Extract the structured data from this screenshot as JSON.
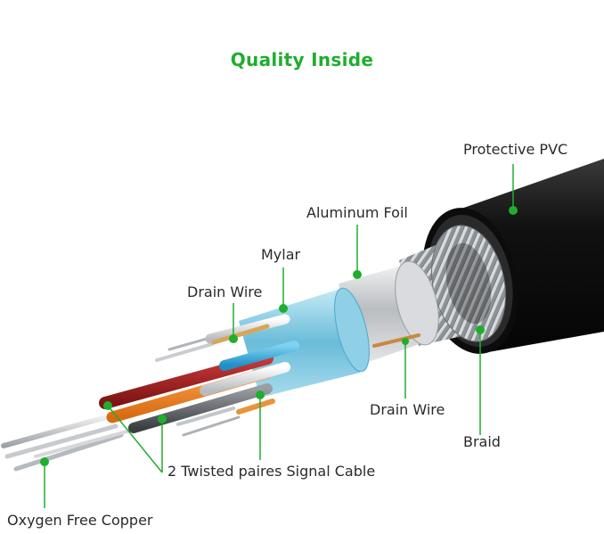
{
  "title": "Quality Inside",
  "labels": {
    "protective_pvc": "Protective PVC",
    "aluminum_foil": "Aluminum Foil",
    "mylar": "Mylar",
    "drain_wire_left": "Drain Wire",
    "drain_wire_right": "Drain Wire",
    "braid": "Braid",
    "twisted_pairs": "2 Twisted paires Signal Cable",
    "oxygen_free_copper": "Oxygen Free Copper"
  },
  "colors": {
    "title": "#1fae2e",
    "callout_dot": "#1fae2e",
    "jacket": "#1b1b1b",
    "foil": "#c9ccd0",
    "mylar": "#7cc6e0"
  }
}
